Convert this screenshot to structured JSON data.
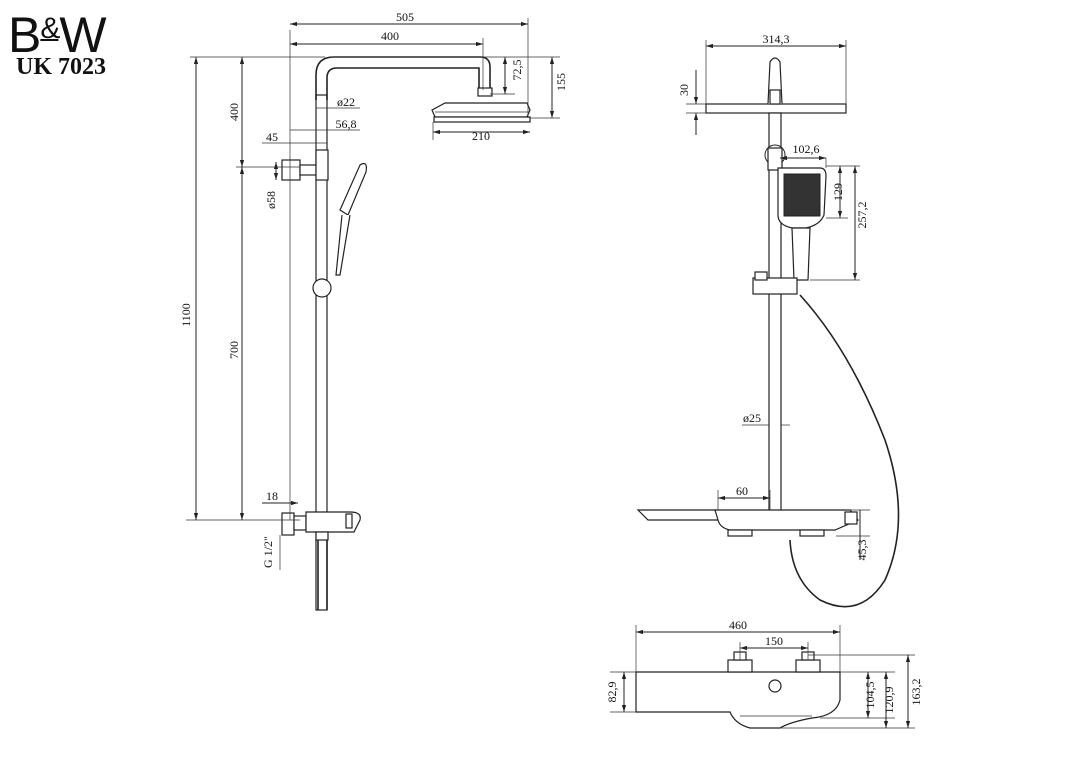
{
  "brand": {
    "logo": "B&W",
    "logo_left": "B",
    "logo_amp": "&",
    "logo_right": "W",
    "model": "UK 7023"
  },
  "side_view": {
    "dim_505": "505",
    "dim_400_top": "400",
    "dim_72_5": "72,5",
    "dim_155": "155",
    "dim_phi22": "ø22",
    "dim_56_8": "56,8",
    "dim_45": "45",
    "dim_210": "210",
    "dim_400_vert": "400",
    "dim_phi58": "ø58",
    "dim_1100": "1100",
    "dim_700": "700",
    "dim_18": "18",
    "dim_g12": "G 1/2\""
  },
  "front_view": {
    "dim_314_3": "314,3",
    "dim_30": "30",
    "dim_102_6": "102,6",
    "dim_129": "129",
    "dim_257_2": "257,2",
    "dim_phi25": "ø25",
    "dim_60": "60",
    "dim_45_3": "45,3"
  },
  "top_view": {
    "dim_460": "460",
    "dim_150": "150",
    "dim_82_9": "82,9",
    "dim_104_5": "104,5",
    "dim_120_9": "120,9",
    "dim_163_2": "163,2"
  }
}
